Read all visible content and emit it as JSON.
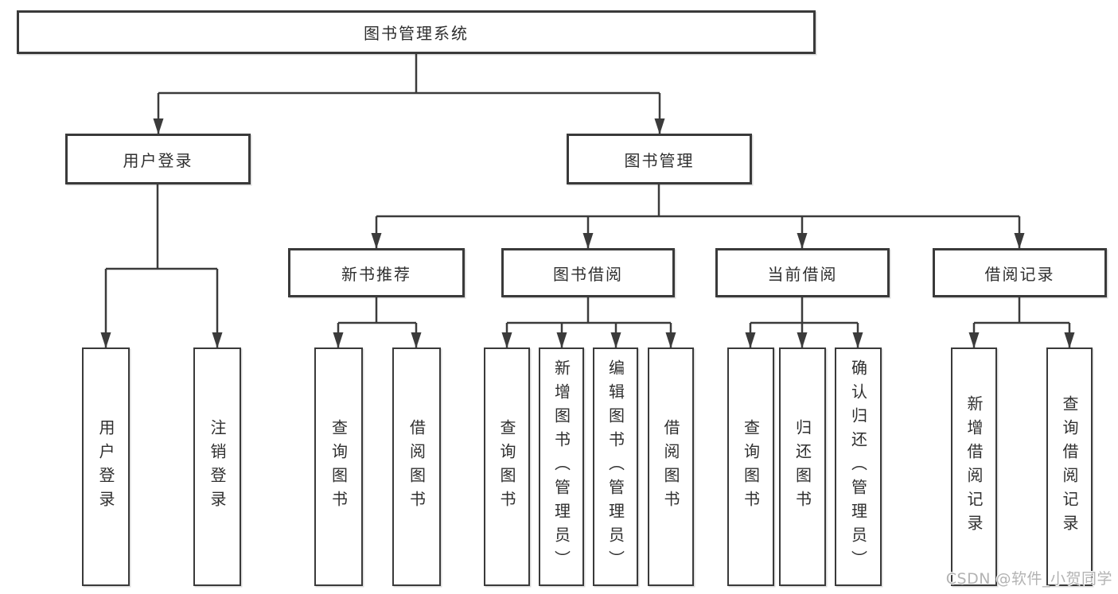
{
  "diagram": {
    "root": {
      "label": "图书管理系统"
    },
    "branches": [
      {
        "label": "用户登录",
        "children": [
          {
            "label": "用户登录"
          },
          {
            "label": "注销登录"
          }
        ]
      },
      {
        "label": "图书管理",
        "children": [
          {
            "label": "新书推荐",
            "children": [
              {
                "label": "查询图书"
              },
              {
                "label": "借阅图书"
              }
            ]
          },
          {
            "label": "图书借阅",
            "children": [
              {
                "label": "查询图书"
              },
              {
                "label": "新增图书（管理员）"
              },
              {
                "label": "编辑图书（管理员）"
              },
              {
                "label": "借阅图书"
              }
            ]
          },
          {
            "label": "当前借阅",
            "children": [
              {
                "label": "查询图书"
              },
              {
                "label": "归还图书"
              },
              {
                "label": "确认归还（管理员）"
              }
            ]
          },
          {
            "label": "借阅记录",
            "children": [
              {
                "label": "新增借阅记录"
              },
              {
                "label": "查询借阅记录"
              }
            ]
          }
        ]
      }
    ]
  },
  "watermark": {
    "text": "CSDN @软件_小贺同学"
  },
  "colors": {
    "line": "#3b3b3b",
    "box_border": "#3a3a3a",
    "text": "#2f2f2f",
    "watermark": "#b3b3b3",
    "background": "#ffffff"
  }
}
